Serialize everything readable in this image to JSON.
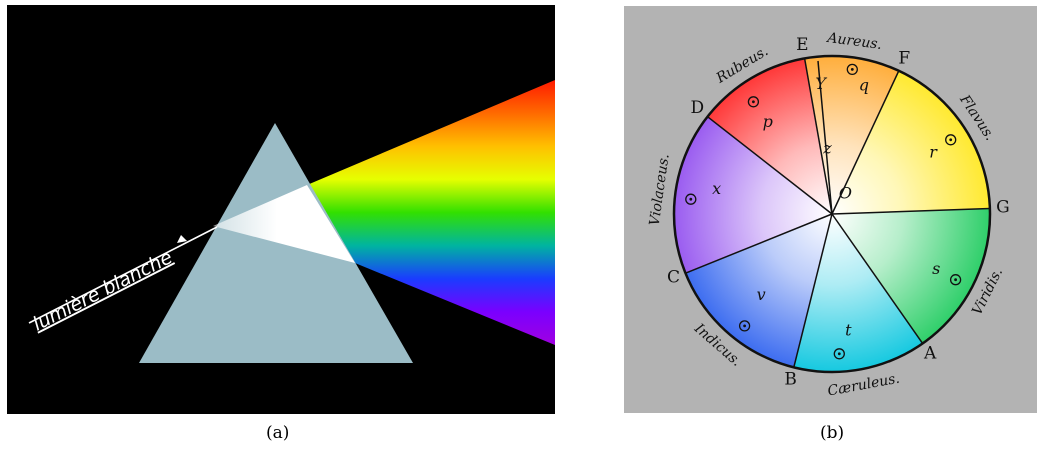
{
  "figure_a": {
    "caption": "(a)",
    "beam_label": "lumière blanche",
    "colors": {
      "background": "#000000",
      "prism": "#9bbcc6",
      "spectrum": [
        "#ff1a00",
        "#ff6a00",
        "#ffc000",
        "#e6ff00",
        "#32e000",
        "#00b4a0",
        "#1a3cff",
        "#7a00ff",
        "#a000e0"
      ]
    }
  },
  "figure_b": {
    "caption": "(b)",
    "sector_points": [
      "E",
      "F",
      "G",
      "A",
      "B",
      "C",
      "D"
    ],
    "color_names": [
      "Aureus.",
      "Flavus.",
      "Viridis.",
      "Cæruleus.",
      "Indicus.",
      "Violaceus.",
      "Rubeus."
    ],
    "inner_marks": [
      "Y",
      "q",
      "r",
      "s",
      "t",
      "v",
      "x",
      "p",
      "z",
      "O"
    ],
    "colors": {
      "background": "#b3b3b3",
      "sectors": [
        "#ffae3c",
        "#ffe930",
        "#2fcf6a",
        "#16c9e0",
        "#3d6df0",
        "#9a5cf0",
        "#ff3838"
      ]
    }
  }
}
